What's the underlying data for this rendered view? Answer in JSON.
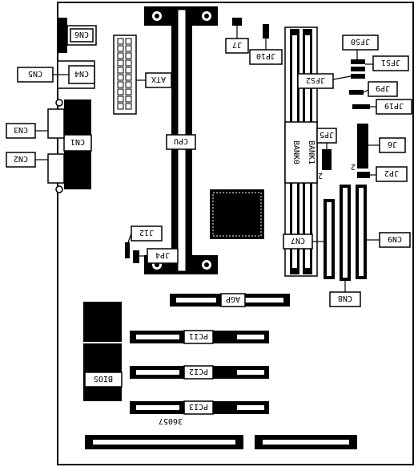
{
  "diagram": {
    "id_text": "36057",
    "labels": {
      "cn6": "CN6",
      "cn5": "CN5",
      "cn4": "CN4",
      "cn3": "CN3",
      "cn1": "CN1",
      "cn2": "CN2",
      "atx": "ATX",
      "cpu": "CPU",
      "j7": "J7",
      "jp10": "JP10",
      "jfs0": "JFS0",
      "jfs1": "JFS1",
      "jfs2": "JFS2",
      "jp9": "JP9",
      "jp19": "JP19",
      "bank0": "BANK0",
      "bank1": "BANK1",
      "jp5": "JP5",
      "jp5_pin": "2",
      "j6": "J6",
      "j6_pin": "2",
      "jp2": "JP2",
      "j12": "J12",
      "jp4": "JP4",
      "cn7": "CN7",
      "cn9": "CN9",
      "cn8": "CN8",
      "agp": "AGP",
      "pci1": "PCI1",
      "pci2": "PCI2",
      "pci3": "PCI3",
      "bios": "BIOS"
    }
  }
}
